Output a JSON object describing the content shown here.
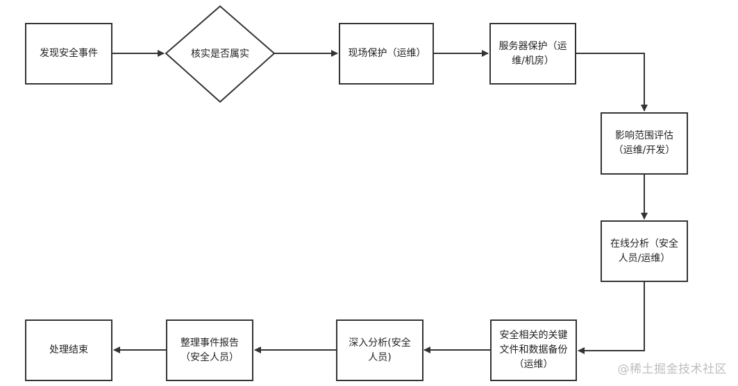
{
  "nodes": {
    "discover": "发现安全事件",
    "verify": "核实是否属实",
    "onsite": "现场保护（运维）",
    "server": "服务器保护（运维/机房）",
    "impact": "影响范围评估（运维/开发）",
    "online": "在线分析（安全人员/运维）",
    "backup": "安全相关的关键文件和数据备份（运维）",
    "deep": "深入分析(安全人员)",
    "report": "整理事件报告（安全人员）",
    "end": "处理结束"
  },
  "watermark": "@稀土掘金技术社区",
  "colors": {
    "stroke": "#333333",
    "watermark": "#bdbdbd"
  }
}
